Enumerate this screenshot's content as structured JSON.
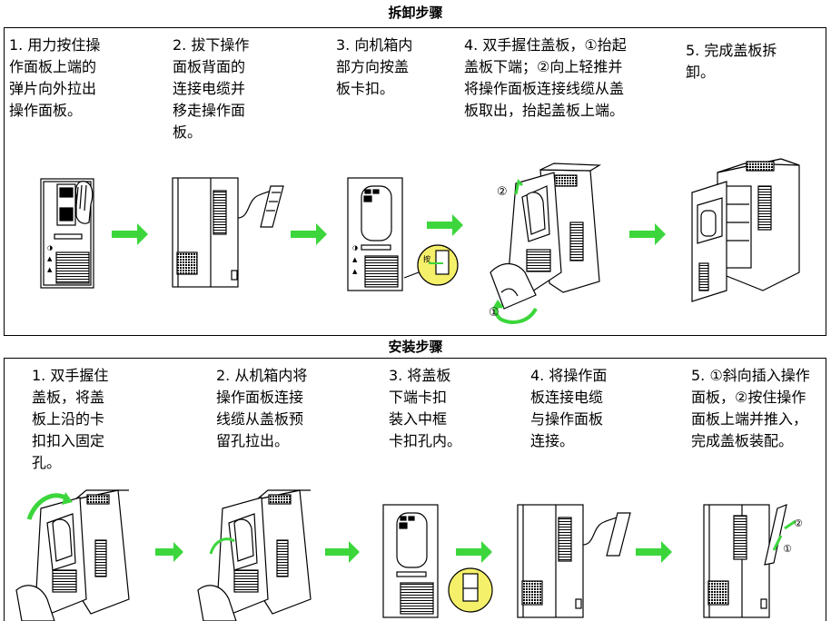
{
  "removal": {
    "title": "拆卸步骤",
    "steps": [
      "1. 用力按住操\n作面板上端的\n弹片向外拉出\n操作面板。",
      "2. 拔下操作\n面板背面的\n连接电缆并\n移走操作面\n板。",
      "3. 向机箱内\n部方向按盖\n板卡扣。",
      "4. 双手握住盖板，①抬起\n盖板下端；②向上轻推并\n将操作面板连接线缆从盖\n板取出，抬起盖板上端。",
      "5. 完成盖板拆\n卸。"
    ],
    "callouts": {
      "two": "②",
      "one": "①",
      "press": "按"
    }
  },
  "install": {
    "title": "安装步骤",
    "steps": [
      "1. 双手握住\n盖板，将盖\n板上沿的卡\n扣扣入固定\n孔。",
      "2. 从机箱内将\n操作面板连接\n线缆从盖板预\n留孔拉出。",
      "3. 将盖板\n下端卡扣\n装入中框\n卡扣孔内。",
      "4. 将操作面\n板连接电缆\n与操作面板\n连接。",
      "5. ①斜向插入操作\n面板，②按住操作\n面板上端并推入，\n完成盖板装配。"
    ],
    "callouts": {
      "two": "②",
      "one": "①"
    }
  },
  "colors": {
    "arrow": "#3cd63c",
    "border": "#000000",
    "lens": "#f5f06a"
  }
}
